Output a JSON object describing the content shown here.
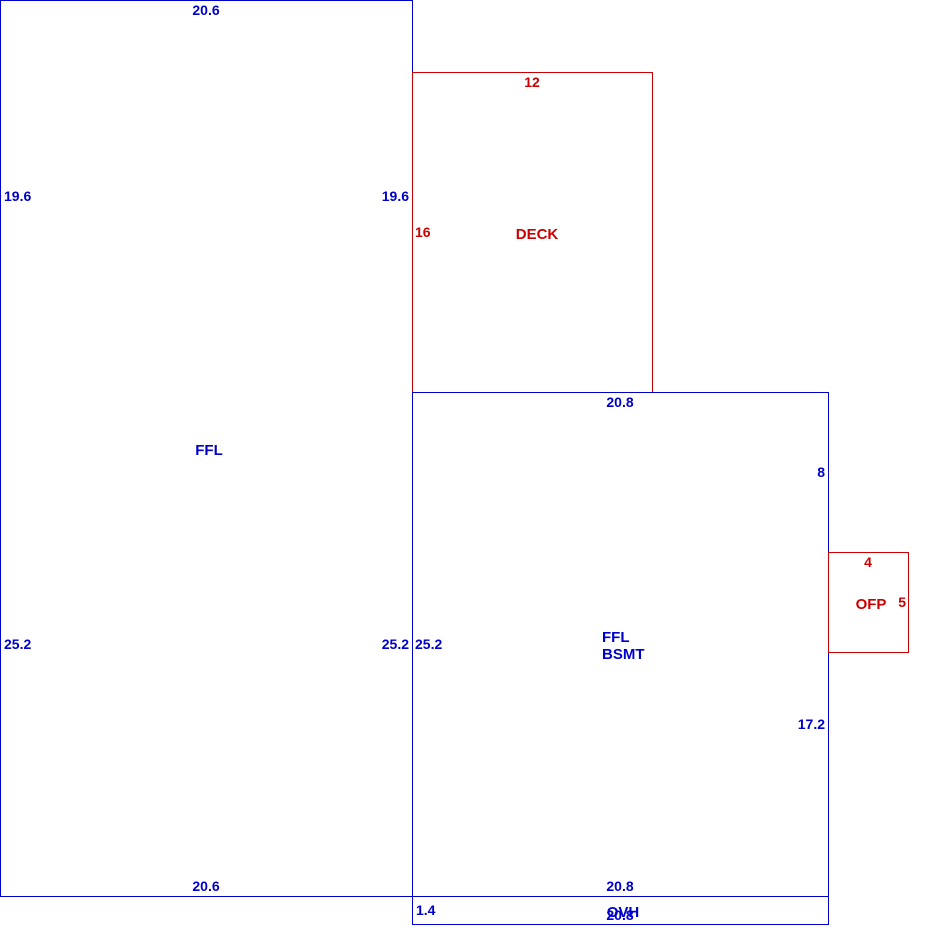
{
  "colors": {
    "living": "#0000cc",
    "exterior": "#cc0000"
  },
  "areas": {
    "ffl_main": {
      "label": "FFL",
      "dims": {
        "top": "20.6",
        "bottom": "20.6",
        "left_upper": "19.6",
        "left_lower": "25.2",
        "right_upper": "19.6",
        "right_lower": "25.2"
      }
    },
    "deck": {
      "label": "DECK",
      "dims": {
        "top": "12",
        "left": "16"
      }
    },
    "ffl_bsmt": {
      "label_line1": "FFL",
      "label_line2": "BSMT",
      "dims": {
        "top": "20.8",
        "bottom": "20.8",
        "left": "25.2",
        "right_upper": "8",
        "right_lower": "17.2"
      }
    },
    "ofp": {
      "label": "OFP",
      "dims": {
        "top": "4",
        "right": "5"
      }
    },
    "ovh": {
      "label": "OVH",
      "dims": {
        "left": "1.4",
        "bottom": "20.8"
      }
    }
  }
}
